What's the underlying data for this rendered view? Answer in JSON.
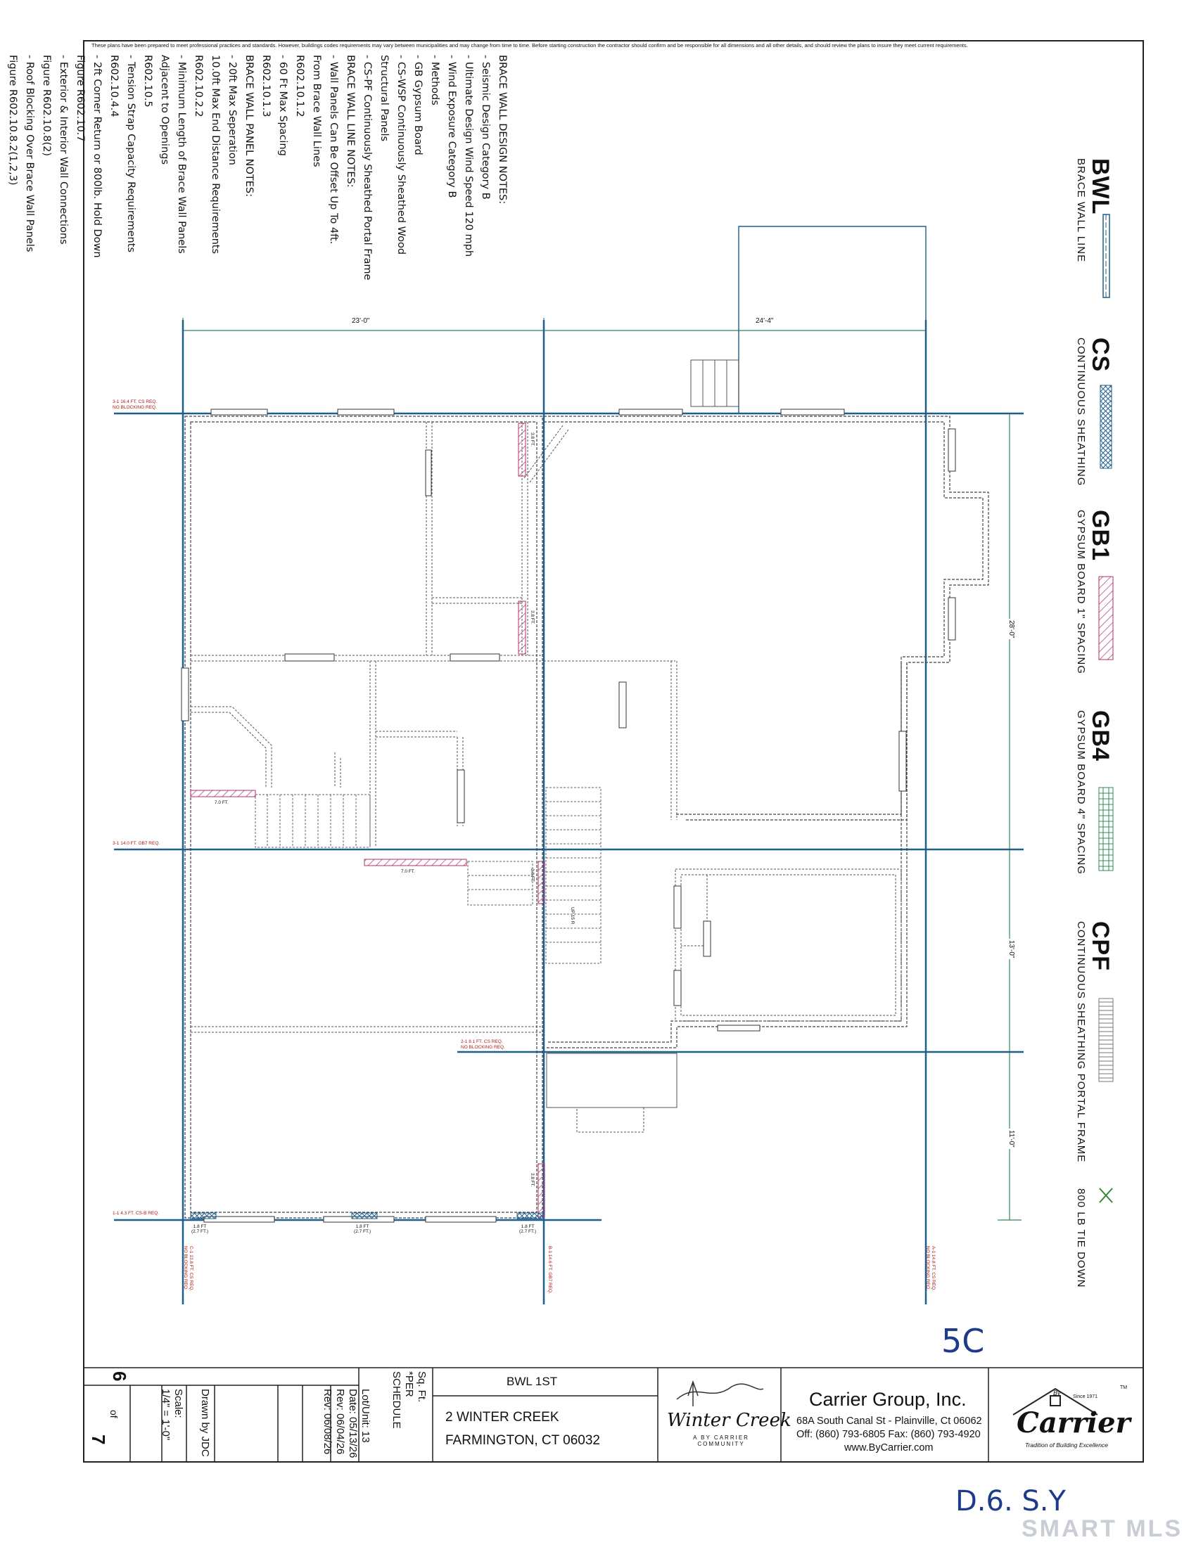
{
  "disclaimer": "These plans have been prepared to meet professional practices and standards. However, buildings codes requirements may vary between municipalities and may change from time to time. Before starting construction the contractor should confirm and be responsible for all dimensions and all other details, and should review the plans to insure they meet current requirements.",
  "notes": {
    "lines": [
      "BRACE WALL DESIGN NOTES:",
      "- Seismic Design Category B",
      "- Ultimate Design Wind Speed 120 mph",
      "- Wind Exposure Category B",
      "- Methods",
      "- GB Gypsum Board",
      "- CS-WSP Continuously Sheathed Wood",
      "  Structural Panels",
      "- CS-PF Continuously Sheathed Portal Frame",
      "BRACE WALL LINE NOTES:",
      "- Wall Panels Can Be Offset Up To 4ft.",
      "  From Brace Wall Lines",
      "  R602.10.1.2",
      "- 60 Ft Max Spacing",
      "  R602.10.1.3",
      "BRACE WALL PANEL NOTES:",
      "- 20ft Max Seperation",
      "  10.0ft Max End Distance Requirements",
      "  R602.10.2.2",
      "- Minimum Length of Brace Wall Panels",
      "  Adjacent to Openings",
      "  R602.10.5",
      "- Tension Strap Capacity Requirements",
      "  R602.10.4.4",
      "- 2ft Corner Return or 800lb. Hold Down",
      "  Figure R602.10.7",
      "- Exterior & Interior Wall Connections",
      "  Figure R602.10.8(2)",
      "- Roof Blocking Over Brace Wall Panels",
      "  Figure R602.10.8.2(1,2,3)"
    ]
  },
  "legend": [
    {
      "code": "BWL",
      "desc": "BRACE WALL LINE"
    },
    {
      "code": "CS",
      "desc": "CONTINUOUS SHEATHING"
    },
    {
      "code": "GB1",
      "desc": "GYPSUM BOARD 1\" SPACING"
    },
    {
      "code": "GB4",
      "desc": "GYPSUM BOARD 4\" SPACING"
    },
    {
      "code": "CPF",
      "desc": "CONTINUOUS SHEATHING PORTAL FRAME"
    },
    {
      "code": "",
      "desc": "800 LB TIE DOWN"
    }
  ],
  "plan": {
    "dim_top_left": "23'-0\"",
    "dim_top_right": "24'-4\"",
    "dim_right_1": "28'-0\"",
    "dim_right_2": "13'-0\"",
    "dim_right_3": "11'-0\"",
    "bwl_3_1_top_a": "3-1 16.4 FT. CS REQ.",
    "bwl_3_1_top_b": "NO BLOCKING REQ.",
    "bwl_3_1_mid": "3-1 14.0 FT. GB7 REQ.",
    "bwl_2_1_a": "2-1 8.1 FT. CS REQ.",
    "bwl_2_1_b": "NO BLOCKING REQ.",
    "bwl_1_1": "1-1 4.3 FT. CS-B REQ.",
    "bwl_c_a": "C-1 13.8 FT. CS REQ.",
    "bwl_c_b": "NO BLOCKING REQ.",
    "bwl_b": "B-1 14.6 FT. GB7 REQ.",
    "bwl_a_a": "A-1 14.8 FT. CS REQ.",
    "bwl_a_b": "NO BLOCKING REQ.",
    "wall_len_1": "3.8 FT.",
    "wall_len_2": "3.8 FT.",
    "wall_len_3": "7.0 FT.",
    "wall_len_4": "7.0 FT.",
    "wall_len_5": "3.8 FT.",
    "wall_len_6": "3.8 FT.",
    "bottom_len_1": "1.8 FT",
    "bottom_len_1b": "(2.7 FT.)",
    "bottom_len_2": "1.8 FT",
    "bottom_len_2b": "(2.7 FT.)",
    "bottom_len_3": "1.8 FT",
    "bottom_len_3b": "(2.7 FT.)",
    "stair_label": "UP 15 R"
  },
  "title_block": {
    "sheet_number": "6",
    "sheet_of": "of",
    "sheet_total": "7",
    "drawn_by": "Drawn by JDC",
    "scale_label": "Scale:",
    "scale_value": "1/4\" = 1'-0\"",
    "lot_unit": "Lot/Unit: 13",
    "date": "Date: 05/13/26",
    "rev1": "Rev: 06/04/26",
    "rev2": "Rev: 06/08/26",
    "sqft_1": "Sq. Ft.",
    "sqft_2": "*PER",
    "sqft_3": "SCHEDULE",
    "sheet_title": "BWL 1ST",
    "address_1": "2 WINTER CREEK",
    "address_2": "FARMINGTON, CT 06032",
    "community_name": "Winter Creek",
    "community_sub_1": "A BY CARRIER",
    "community_sub_2": "COMMUNITY",
    "company_name": "Carrier Group, Inc.",
    "company_address": "68A South Canal St - Plainville, Ct 06062",
    "company_phone": "Off: (860) 793-6805  Fax: (860) 793-4920",
    "company_web": "www.ByCarrier.com",
    "logo_text": "Carrier",
    "logo_since": "Since 1971",
    "logo_tagline": "Tradition of Building Excellence",
    "logo_by": "By",
    "logo_tm": "TM"
  },
  "handwritten": {
    "mark_1": "5C",
    "mark_2": "D.6. S.Y"
  },
  "watermark": "SMART MLS",
  "colors": {
    "bwl_line": "#1f5f8b",
    "cs_hatch": "#1f5f8b",
    "gb_hatch": "#b0306a",
    "gb4_grid": "#2e8b57",
    "tie_down": "#2e8b2e",
    "wall": "#444444",
    "red_label": "#b01717"
  }
}
